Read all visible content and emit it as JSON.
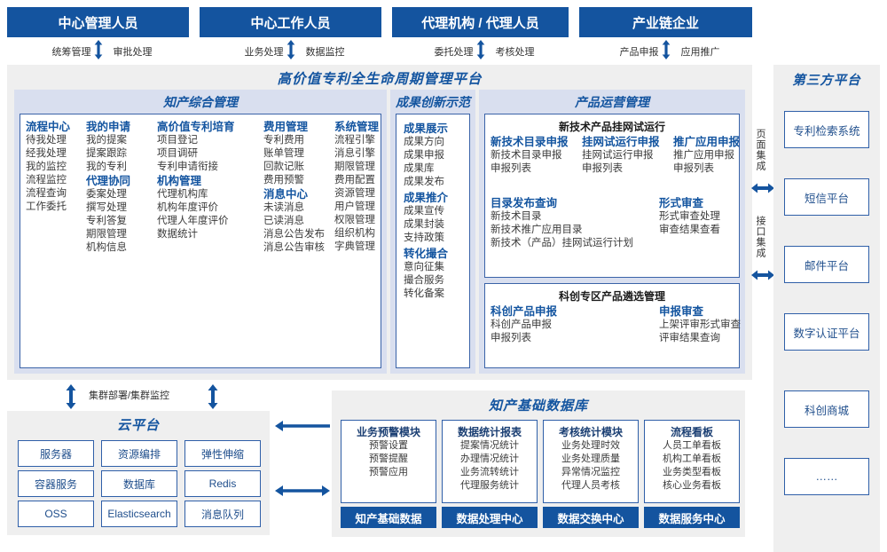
{
  "roles": [
    {
      "label": "中心管理人员",
      "left_action": "统筹管理",
      "right_action": "审批处理"
    },
    {
      "label": "中心工作人员",
      "left_action": "业务处理",
      "right_action": "数据监控"
    },
    {
      "label": "代理机构 / 代理人员",
      "left_action": "委托处理",
      "right_action": "考核处理"
    },
    {
      "label": "产业链企业",
      "left_action": "产品申报",
      "right_action": "应用推广"
    }
  ],
  "platform": {
    "title": "高价值专利全生命周期管理平台",
    "sections": [
      {
        "title": "知产综合管理",
        "columns": [
          {
            "groups": [
              {
                "head": "流程中心",
                "items": [
                  "待我处理",
                  "经我处理",
                  "我的监控",
                  "流程监控",
                  "流程查询",
                  "工作委托"
                ]
              }
            ]
          },
          {
            "groups": [
              {
                "head": "我的申请",
                "items": [
                  "我的提案",
                  "提案跟踪",
                  "我的专利"
                ]
              },
              {
                "head": "代理协同",
                "items": [
                  "委案处理",
                  "撰写处理",
                  "专利答复",
                  "期限管理",
                  "机构信息"
                ]
              }
            ]
          },
          {
            "groups": [
              {
                "head": "高价值专利培育",
                "items": [
                  "项目登记",
                  "项目调研",
                  "专利申请衔接"
                ]
              },
              {
                "head": "机构管理",
                "items": [
                  "代理机构库",
                  "机构年度评价",
                  "代理人年度评价",
                  "数据统计"
                ]
              }
            ]
          },
          {
            "groups": [
              {
                "head": "费用管理",
                "items": [
                  "专利费用",
                  "账单管理",
                  "回款记账",
                  "费用预警"
                ]
              },
              {
                "head": "消息中心",
                "items": [
                  "未读消息",
                  "已读消息",
                  "消息公告发布",
                  "消息公告审核"
                ]
              }
            ]
          },
          {
            "groups": [
              {
                "head": "系统管理",
                "items": [
                  "流程引擎",
                  "消息引擎",
                  "期限管理",
                  "费用配置",
                  "资源管理",
                  "用户管理",
                  "权限管理",
                  "组织机构",
                  "字典管理"
                ]
              }
            ]
          }
        ]
      },
      {
        "title": "成果创新示范",
        "columns": [
          {
            "groups": [
              {
                "head": "成果展示",
                "items": [
                  "成果方向",
                  "成果申报",
                  "成果库",
                  "成果发布"
                ]
              },
              {
                "head": "成果推介",
                "items": [
                  "成果宣传",
                  "成果封装",
                  "支持政策"
                ]
              },
              {
                "head": "转化撮合",
                "items": [
                  "意向征集",
                  "撮合服务",
                  "转化备案"
                ]
              }
            ]
          }
        ]
      },
      {
        "title": "产品运营管理",
        "blocks": [
          {
            "head": "新技术产品挂网试运行",
            "rows": [
              {
                "cells": [
                  {
                    "head": "新技术目录申报",
                    "items": [
                      "新技术目录申报",
                      "申报列表"
                    ]
                  },
                  {
                    "head": "挂网试运行申报",
                    "items": [
                      "挂网试运行申报",
                      "申报列表"
                    ]
                  },
                  {
                    "head": "推广应用申报",
                    "items": [
                      "推广应用申报",
                      "申报列表"
                    ]
                  }
                ]
              },
              {
                "cells": [
                  {
                    "head": "目录发布查询",
                    "items": [
                      "新技术目录",
                      "新技术推广应用目录",
                      "新技术（产品）挂网试运行计划"
                    ]
                  },
                  {
                    "head": "形式审查",
                    "items": [
                      "形式审查处理",
                      "审查结果查看"
                    ]
                  }
                ]
              }
            ]
          },
          {
            "head": "科创专区产品遴选管理",
            "rows": [
              {
                "cells": [
                  {
                    "head": "科创产品申报",
                    "items": [
                      "科创产品申报",
                      "申报列表"
                    ]
                  },
                  {
                    "head": "申报审查",
                    "items": [
                      "上架评审形式审查",
                      "评审结果查询"
                    ]
                  }
                ]
              }
            ]
          }
        ]
      }
    ]
  },
  "integration": {
    "page_label": "页面集成",
    "api_label": "接口集成"
  },
  "third_party": {
    "title": "第三方平台",
    "items": [
      "专利检索系统",
      "短信平台",
      "邮件平台",
      "数字认证平台",
      "科创商城",
      "……"
    ]
  },
  "cloud": {
    "connector_label": "集群部署/集群监控",
    "title": "云平台",
    "cells": [
      "服务器",
      "资源编排",
      "弹性伸缩",
      "容器服务",
      "数据库",
      "Redis",
      "OSS",
      "Elasticsearch",
      "消息队列"
    ]
  },
  "database": {
    "title": "知产基础数据库",
    "columns": [
      {
        "head": "业务预警模块",
        "items": [
          "预警设置",
          "预警提醒",
          "预警应用"
        ],
        "foot": "知产基础数据"
      },
      {
        "head": "数据统计报表",
        "items": [
          "提案情况统计",
          "办理情况统计",
          "业务流转统计",
          "代理服务统计"
        ],
        "foot": "数据处理中心"
      },
      {
        "head": "考核统计模块",
        "items": [
          "业务处理时效",
          "业务处理质量",
          "异常情况监控",
          "代理人员考核"
        ],
        "foot": "数据交换中心"
      },
      {
        "head": "流程看板",
        "items": [
          "人员工单看板",
          "机构工单看板",
          "业务类型看板",
          "核心业务看板"
        ],
        "foot": "数据服务中心"
      }
    ]
  },
  "colors": {
    "navy": "#14549f",
    "navy_dark": "#17508f",
    "panel_gray": "#efefef",
    "panel_lavender": "#d9dfef",
    "border_blue": "#2f5fa8",
    "heading_blue": "#1455a0"
  }
}
